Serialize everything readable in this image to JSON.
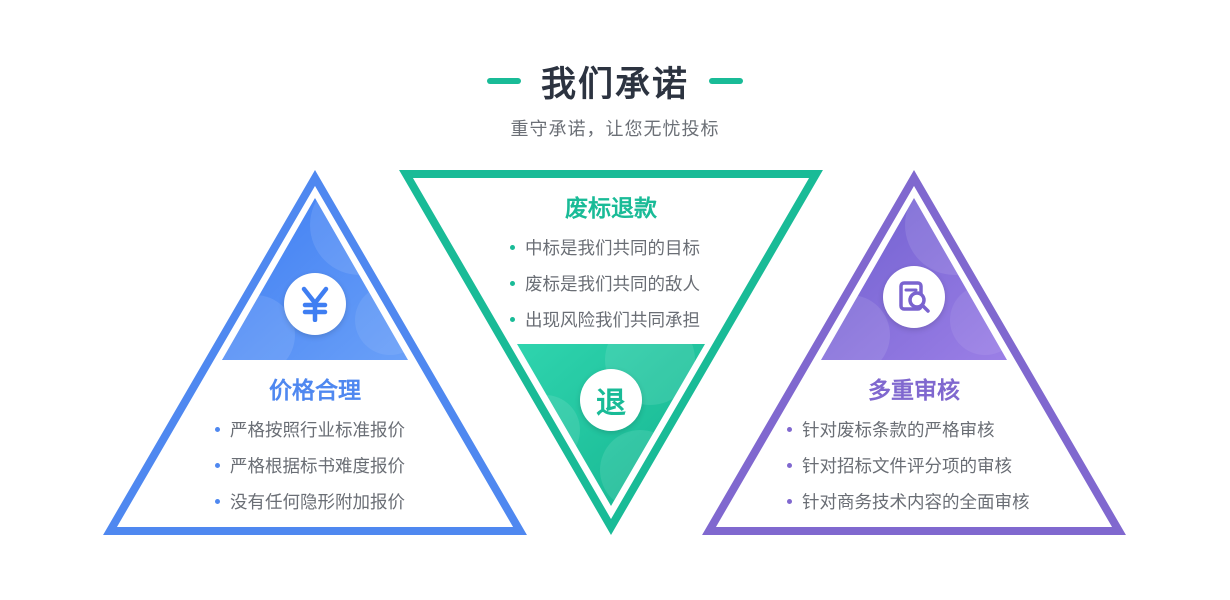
{
  "header": {
    "title": "我们承诺",
    "subtitle": "重守承诺，让您无忧投标"
  },
  "colors": {
    "accent_green": "#19bb97",
    "blue": "#4f88f0",
    "purple": "#8068cf",
    "text_dark": "#2c3340",
    "text_gray": "#6a6e75"
  },
  "cards": [
    {
      "title": "价格合理",
      "icon": "yen-icon",
      "points": [
        "严格按照行业标准报价",
        "严格根据标书难度报价",
        "没有任何隐形附加报价"
      ]
    },
    {
      "title": "废标退款",
      "icon_text": "退",
      "points": [
        "中标是我们共同的目标",
        "废标是我们共同的敌人",
        "出现风险我们共同承担"
      ]
    },
    {
      "title": "多重审核",
      "icon": "document-search-icon",
      "points": [
        "针对废标条款的严格审核",
        "针对招标文件评分项的审核",
        "针对商务技术内容的全面审核"
      ]
    }
  ]
}
